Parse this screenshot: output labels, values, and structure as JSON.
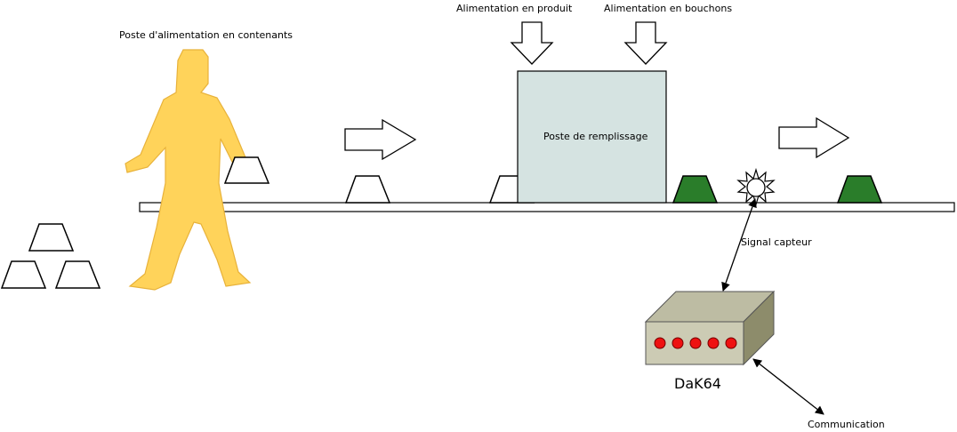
{
  "labels": {
    "container_station": "Poste d'alimentation en contenants",
    "product_feed": "Alimentation en produit",
    "cap_feed": "Alimentation en bouchons",
    "filling_station": "Poste de remplissage",
    "sensor_signal": "Signal capteur",
    "device_name": "DaK64",
    "communication": "Communication"
  },
  "colors": {
    "operator": "#ffd35a",
    "operator_stroke": "#e8b23a",
    "filling_box": "#d5e3e1",
    "filled_container": "#2a7d2a",
    "device_front": "#cccbb4",
    "device_top": "#bdbca3",
    "device_side": "#8d8c6b",
    "led": "#ee1111",
    "line": "#000000"
  },
  "icons": [
    "person-icon",
    "down-arrow-icon",
    "right-arrow-icon",
    "sensor-icon",
    "container-icon",
    "controller-box-icon"
  ]
}
